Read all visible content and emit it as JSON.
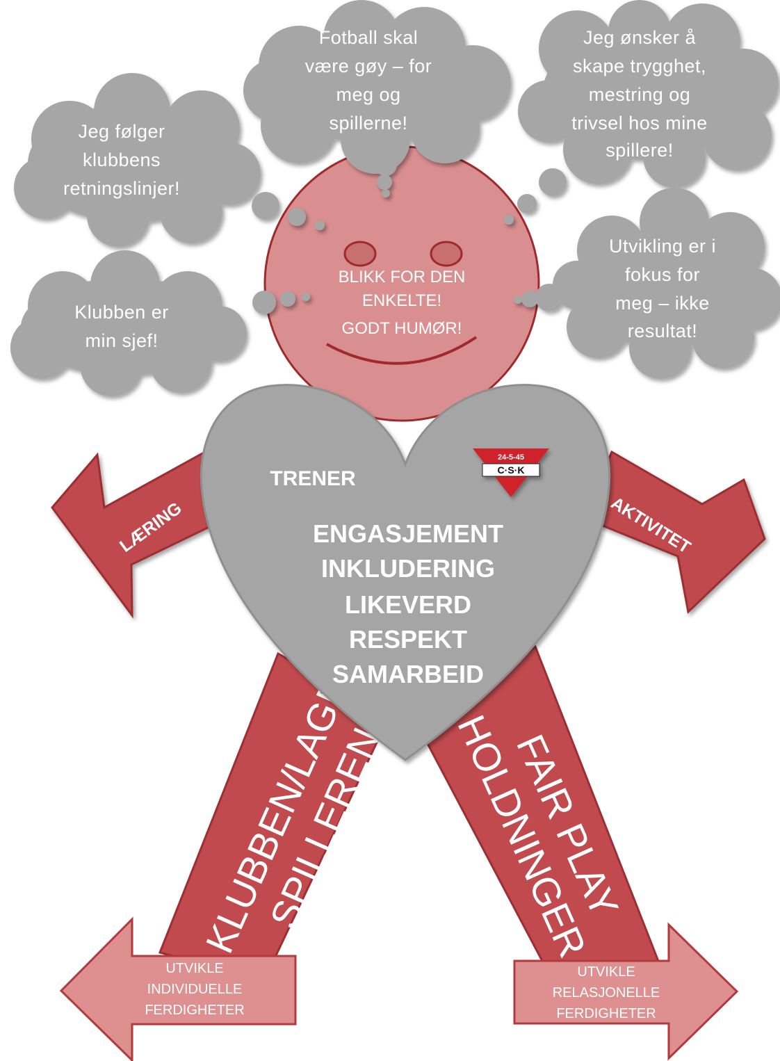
{
  "colors": {
    "cloud": "#a6a6a6",
    "cloud_stroke": "#8c8c8c",
    "face": "#d98f90",
    "face_stroke": "#a0292c",
    "heart": "#a5a5a5",
    "arrow": "#c04a4d",
    "arrow_stroke": "#9c2f33",
    "box": "#de8f90",
    "box_stroke": "#b23a3d",
    "logo_red": "#d0202a"
  },
  "thoughts": [
    {
      "id": "football",
      "lines": [
        "Fotball skal",
        "være gøy – for",
        "meg og",
        "spillerne!"
      ]
    },
    {
      "id": "safety",
      "lines": [
        "Jeg ønsker å",
        "skape trygghet,",
        "mestring og",
        "trivsel hos mine",
        "spillere!"
      ]
    },
    {
      "id": "guidelines",
      "lines": [
        "Jeg følger",
        "klubbens",
        "retningslinjer!"
      ]
    },
    {
      "id": "development",
      "lines": [
        "Utvikling er i",
        "fokus for",
        "meg – ikke",
        "resultat!"
      ]
    },
    {
      "id": "boss",
      "lines": [
        "Klubben er",
        "min sjef!"
      ]
    }
  ],
  "face": {
    "lines": [
      "BLIKK FOR DEN",
      "ENKELTE!",
      "GODT HUMØR!"
    ]
  },
  "heart": {
    "title": "TRENER",
    "values": [
      "ENGASJEMENT",
      "INKLUDERING",
      "LIKEVERD",
      "RESPEKT",
      "SAMARBEID"
    ]
  },
  "logo": {
    "date": "24-5-45",
    "name": "C·S·K"
  },
  "arms": {
    "left": "LÆRING",
    "right": "AKTIVITET"
  },
  "legs": {
    "left": [
      "KLUBBEN/LAGET",
      "SPILLEREN"
    ],
    "right": [
      "FAIR PLAY",
      "HOLDNINGER"
    ]
  },
  "feet": {
    "left": [
      "UTVIKLE",
      "INDIVIDUELLE",
      "FERDIGHETER"
    ],
    "right": [
      "UTVIKLE",
      "RELASJONELLE",
      "FERDIGHETER"
    ]
  }
}
